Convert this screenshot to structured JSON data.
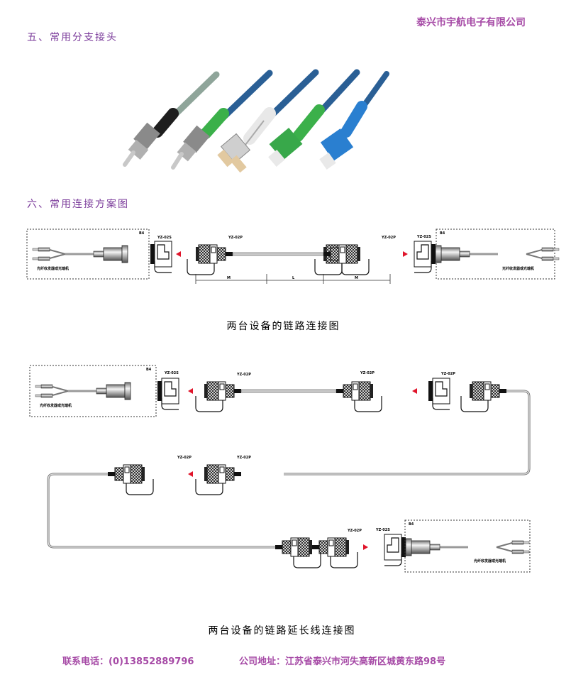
{
  "header": {
    "company": "泰兴市宇航电子有限公司"
  },
  "sections": {
    "five": {
      "title": "五、常用分支接头"
    },
    "six": {
      "title": "六、常用连接方案图"
    }
  },
  "diagram1": {
    "caption": "两台设备的链路连接图"
  },
  "diagram2": {
    "caption": "两台设备的链路延长线连接图"
  },
  "footer": {
    "phone": "联系电话：(0)13852889796",
    "address": "公司地址：江苏省泰兴市河失高新区城黄东路98号"
  },
  "colors": {
    "brand": "#a64aa6",
    "section": "#7a3a9a",
    "arrow": "#e0142a"
  },
  "photo": {
    "connectors": [
      {
        "name": "fc-connector-gray",
        "cable": "#8fa59a",
        "boot": "#1e1e1e"
      },
      {
        "name": "fc-connector-green",
        "cable": "#2a5f95",
        "boot": "#3bb04a"
      },
      {
        "name": "lc-duplex-connector",
        "cable": "#2a5f95",
        "boot": "#e8e8e8"
      },
      {
        "name": "sc-connector-green",
        "cable": "#2a5f95",
        "boot": "#3bb04a"
      },
      {
        "name": "sc-connector-blue",
        "cable": "#2a5f95",
        "boot": "#2a7fd0"
      }
    ]
  }
}
